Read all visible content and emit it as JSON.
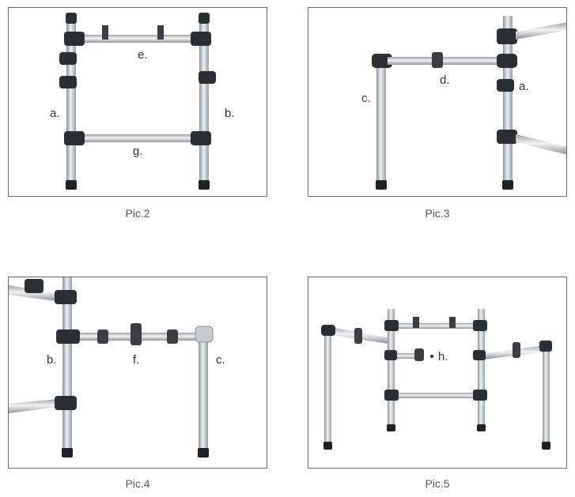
{
  "panels": [
    {
      "caption": "Pic.2",
      "labels": {
        "e": "e.",
        "a": "a.",
        "b": "b.",
        "g": "g."
      }
    },
    {
      "caption": "Pic.3",
      "labels": {
        "c": "c.",
        "d": "d.",
        "a": "a."
      }
    },
    {
      "caption": "Pic.4",
      "labels": {
        "b": "b.",
        "f": "f.",
        "c": "c."
      }
    },
    {
      "caption": "Pic.5",
      "labels": {
        "h": "h."
      }
    }
  ],
  "colors": {
    "frame_border": "#6a6a6a",
    "tube": "#c9ccd0",
    "clamp": "#2b2e33",
    "label": "#333333",
    "caption": "#555555"
  }
}
